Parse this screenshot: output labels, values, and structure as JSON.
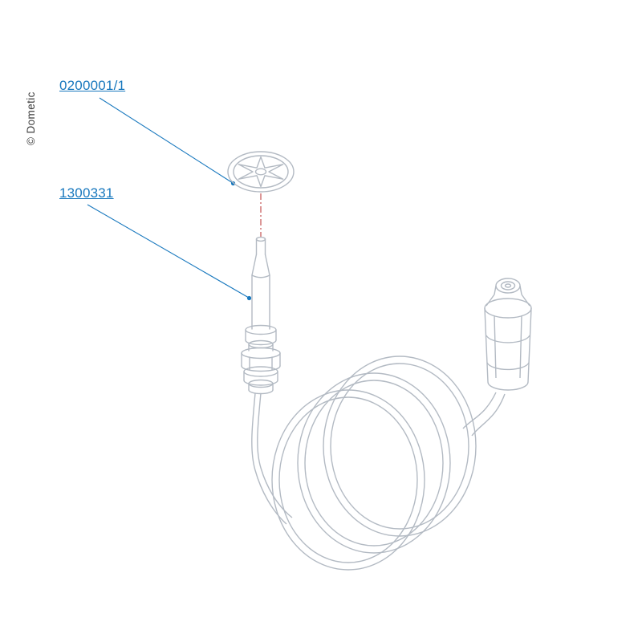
{
  "diagram": {
    "copyright": "© Dometic",
    "part_labels": [
      {
        "text": "0200001/1"
      },
      {
        "text": "1300331"
      }
    ],
    "colors": {
      "line": "#b3bac3",
      "link": "#1878be",
      "centerline": "#c45252",
      "copyright_text": "#3c3c3c",
      "background": "#ffffff"
    }
  }
}
